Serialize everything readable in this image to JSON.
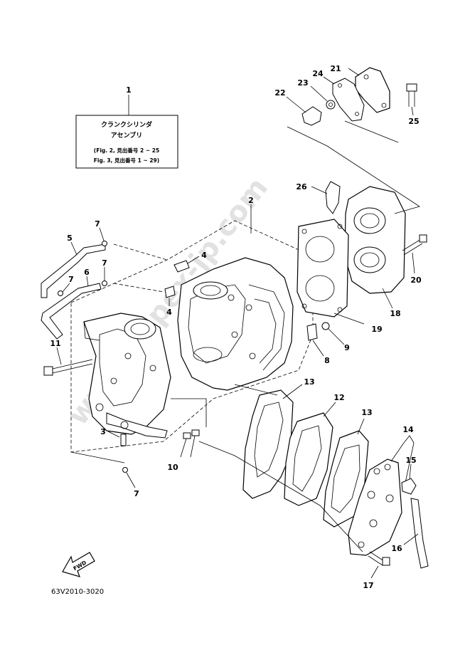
{
  "watermark": "www.impex-jp.com",
  "title_box": {
    "callout": "1",
    "line1": "クランクシリンダ",
    "line2": "アセンブリ",
    "ref1": "(Fig. 2, 見出番号 2 ~ 25",
    "ref2": "Fig. 3, 見出番号 1 ~ 29)"
  },
  "callouts": [
    "1",
    "2",
    "3",
    "4",
    "4",
    "5",
    "6",
    "7",
    "7",
    "7",
    "7",
    "8",
    "9",
    "10",
    "11",
    "12",
    "13",
    "13",
    "14",
    "15",
    "16",
    "17",
    "18",
    "19",
    "20",
    "21",
    "22",
    "23",
    "24",
    "25",
    "26"
  ],
  "fwd_label": "FWD",
  "diagram_code": "63V2010-3020"
}
